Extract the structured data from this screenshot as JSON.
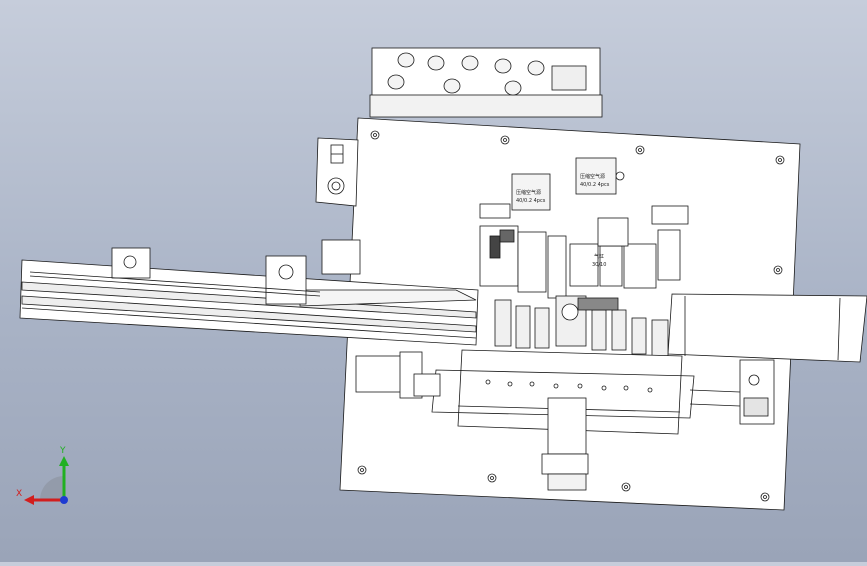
{
  "model": {
    "labels": [
      {
        "text": "压缩空气源"
      },
      {
        "text": "40/0.2 4pcs"
      },
      {
        "text": "压缩空气源"
      },
      {
        "text": "40/0.2 4pcs"
      },
      {
        "text": "气缸"
      },
      {
        "text": "30/10"
      }
    ]
  },
  "triad": {
    "y_label": "Y",
    "x_label": "X",
    "colors": {
      "x": "#d21e1e",
      "y": "#21b021",
      "z": "#1e3cd2"
    }
  }
}
